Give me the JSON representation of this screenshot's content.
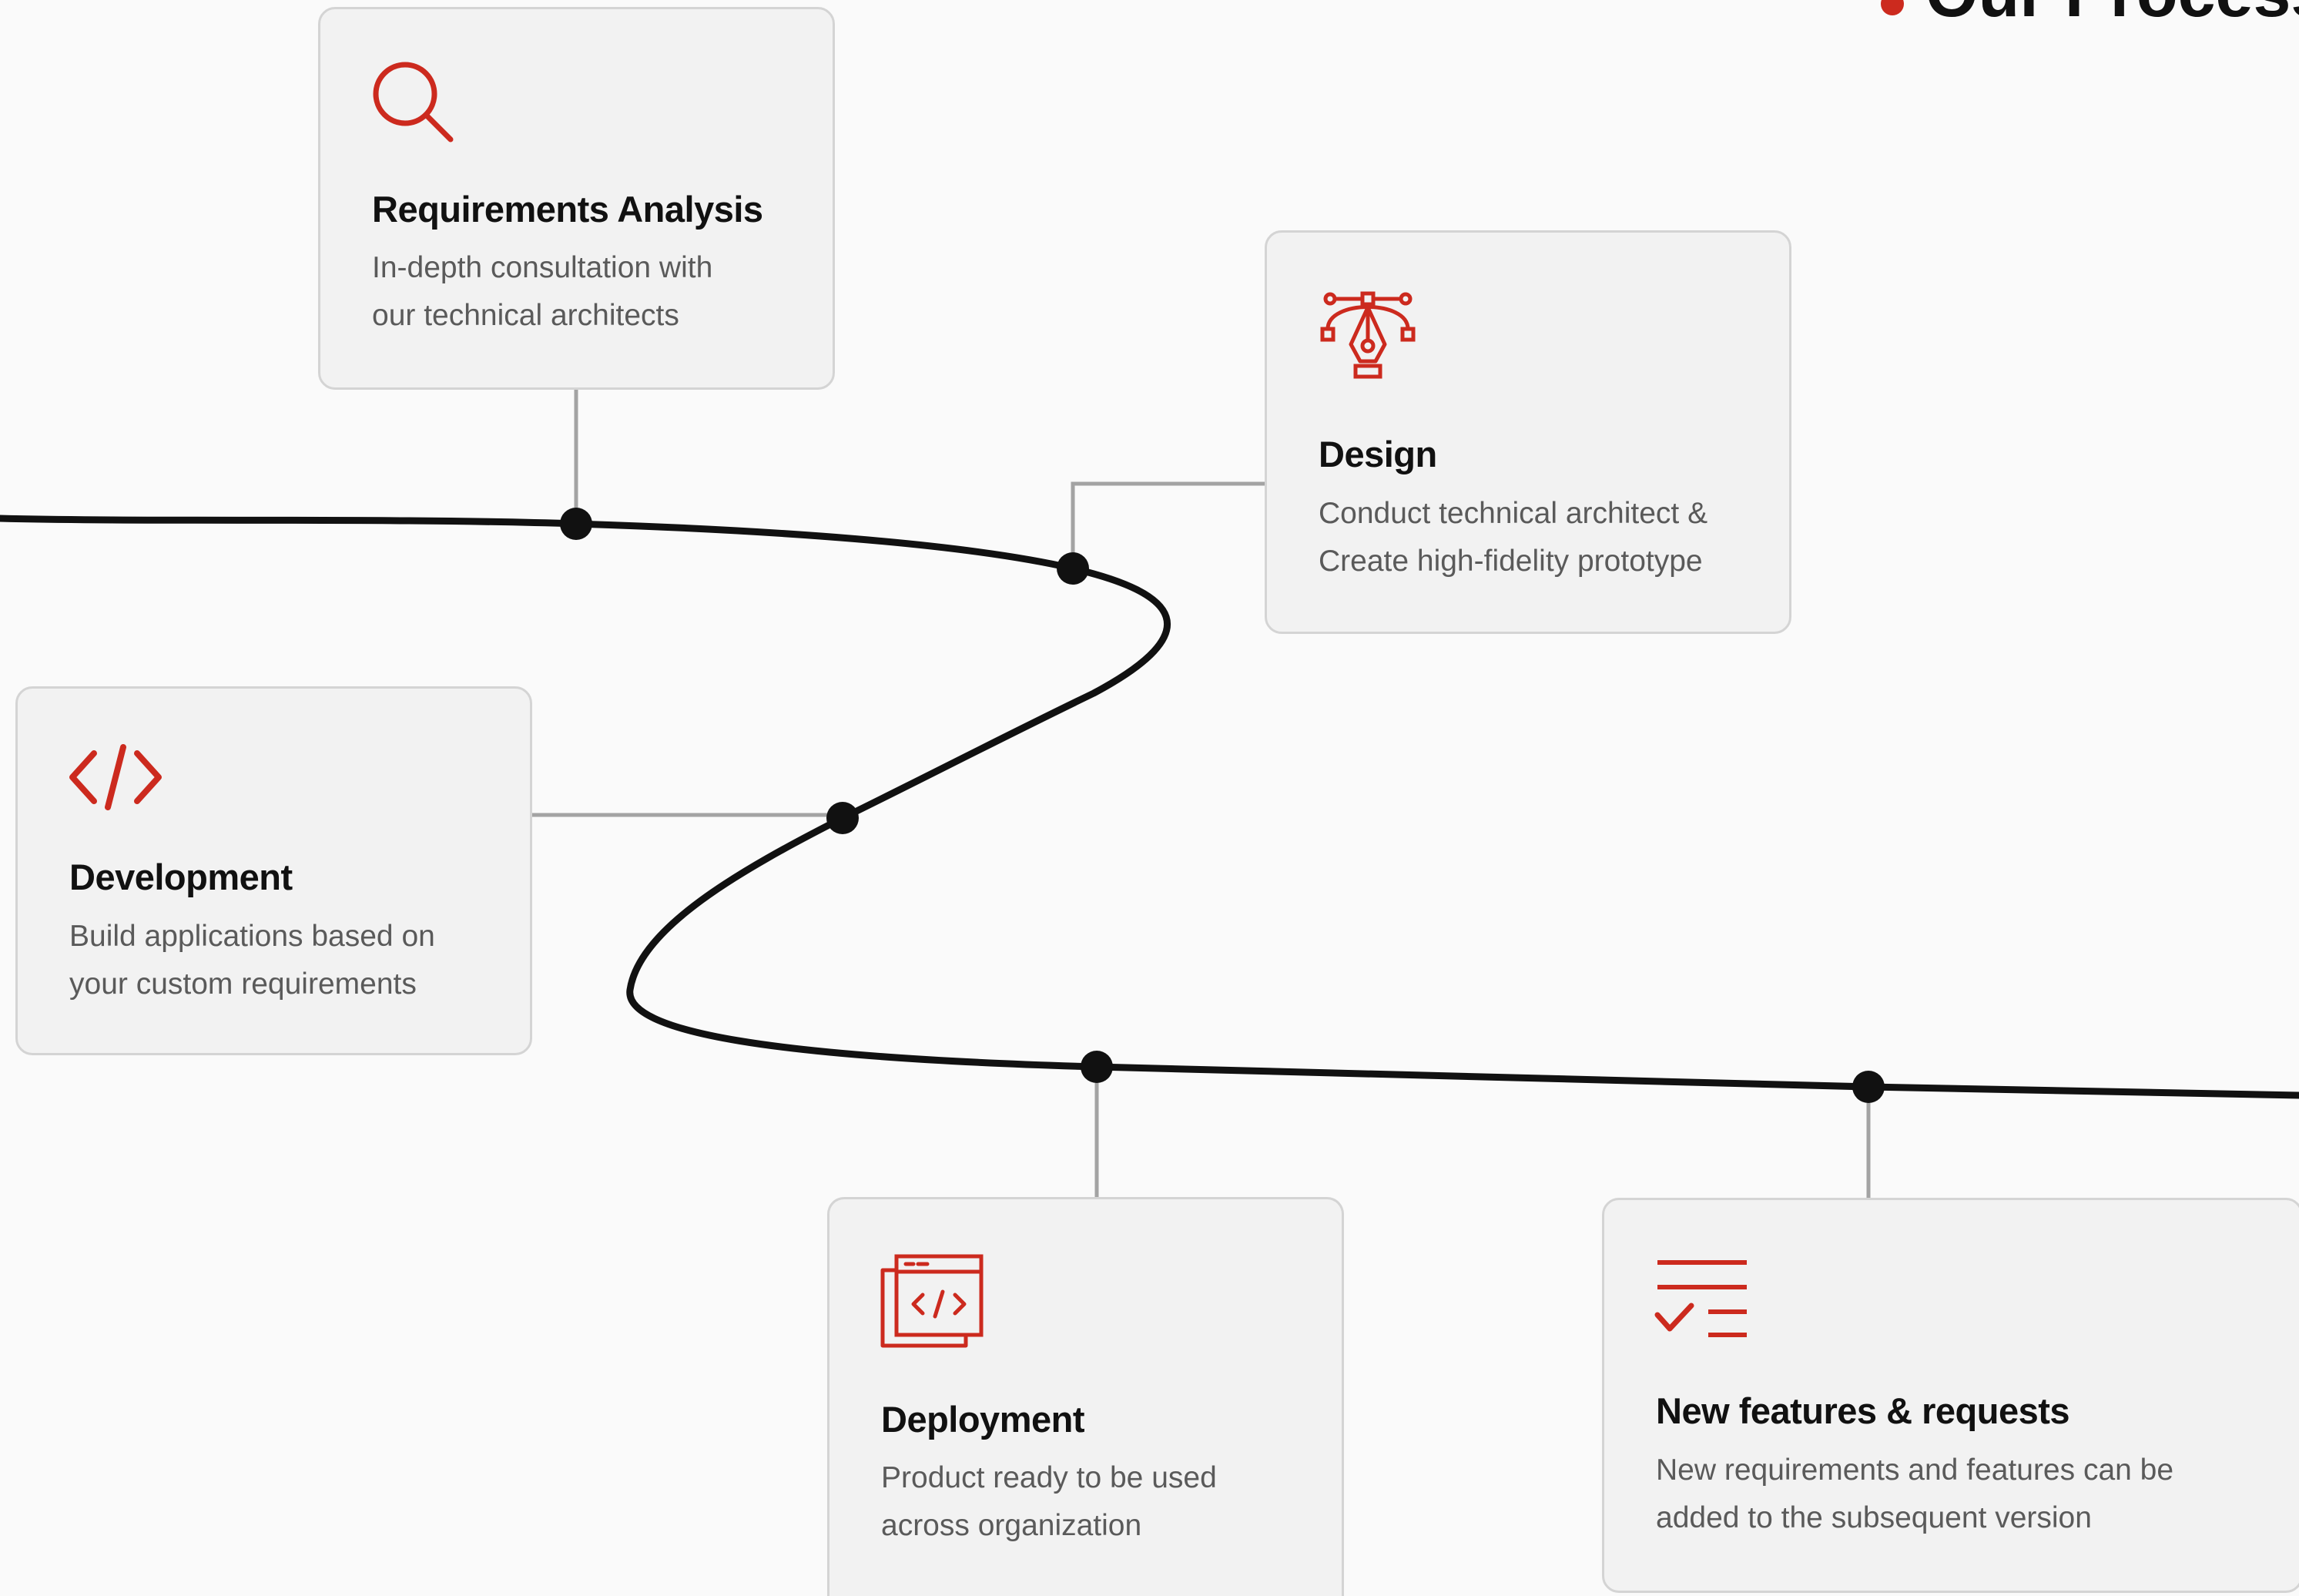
{
  "header": {
    "title": "Our Process"
  },
  "colors": {
    "accent": "#cc2a1e",
    "line": "#111111",
    "connector": "#a3a3a3",
    "card_bg": "#f2f2f2",
    "card_border": "#d4d4d4"
  },
  "steps": [
    {
      "icon": "search-icon",
      "title": "Requirements Analysis",
      "desc_line1": "In-depth consultation with",
      "desc_line2": "our technical architects"
    },
    {
      "icon": "pen-tool-icon",
      "title": "Design",
      "desc_line1": "Conduct technical architect &",
      "desc_line2": "Create high-fidelity prototype"
    },
    {
      "icon": "code-icon",
      "title": "Development",
      "desc_line1": "Build applications based on",
      "desc_line2": "your custom requirements"
    },
    {
      "icon": "browser-code-icon",
      "title": "Deployment",
      "desc_line1": "Product ready to be used",
      "desc_line2": "across organization"
    },
    {
      "icon": "checklist-icon",
      "title": "New features & requests",
      "desc_line1": "New requirements and features can be",
      "desc_line2": "added to the subsequent version"
    }
  ]
}
